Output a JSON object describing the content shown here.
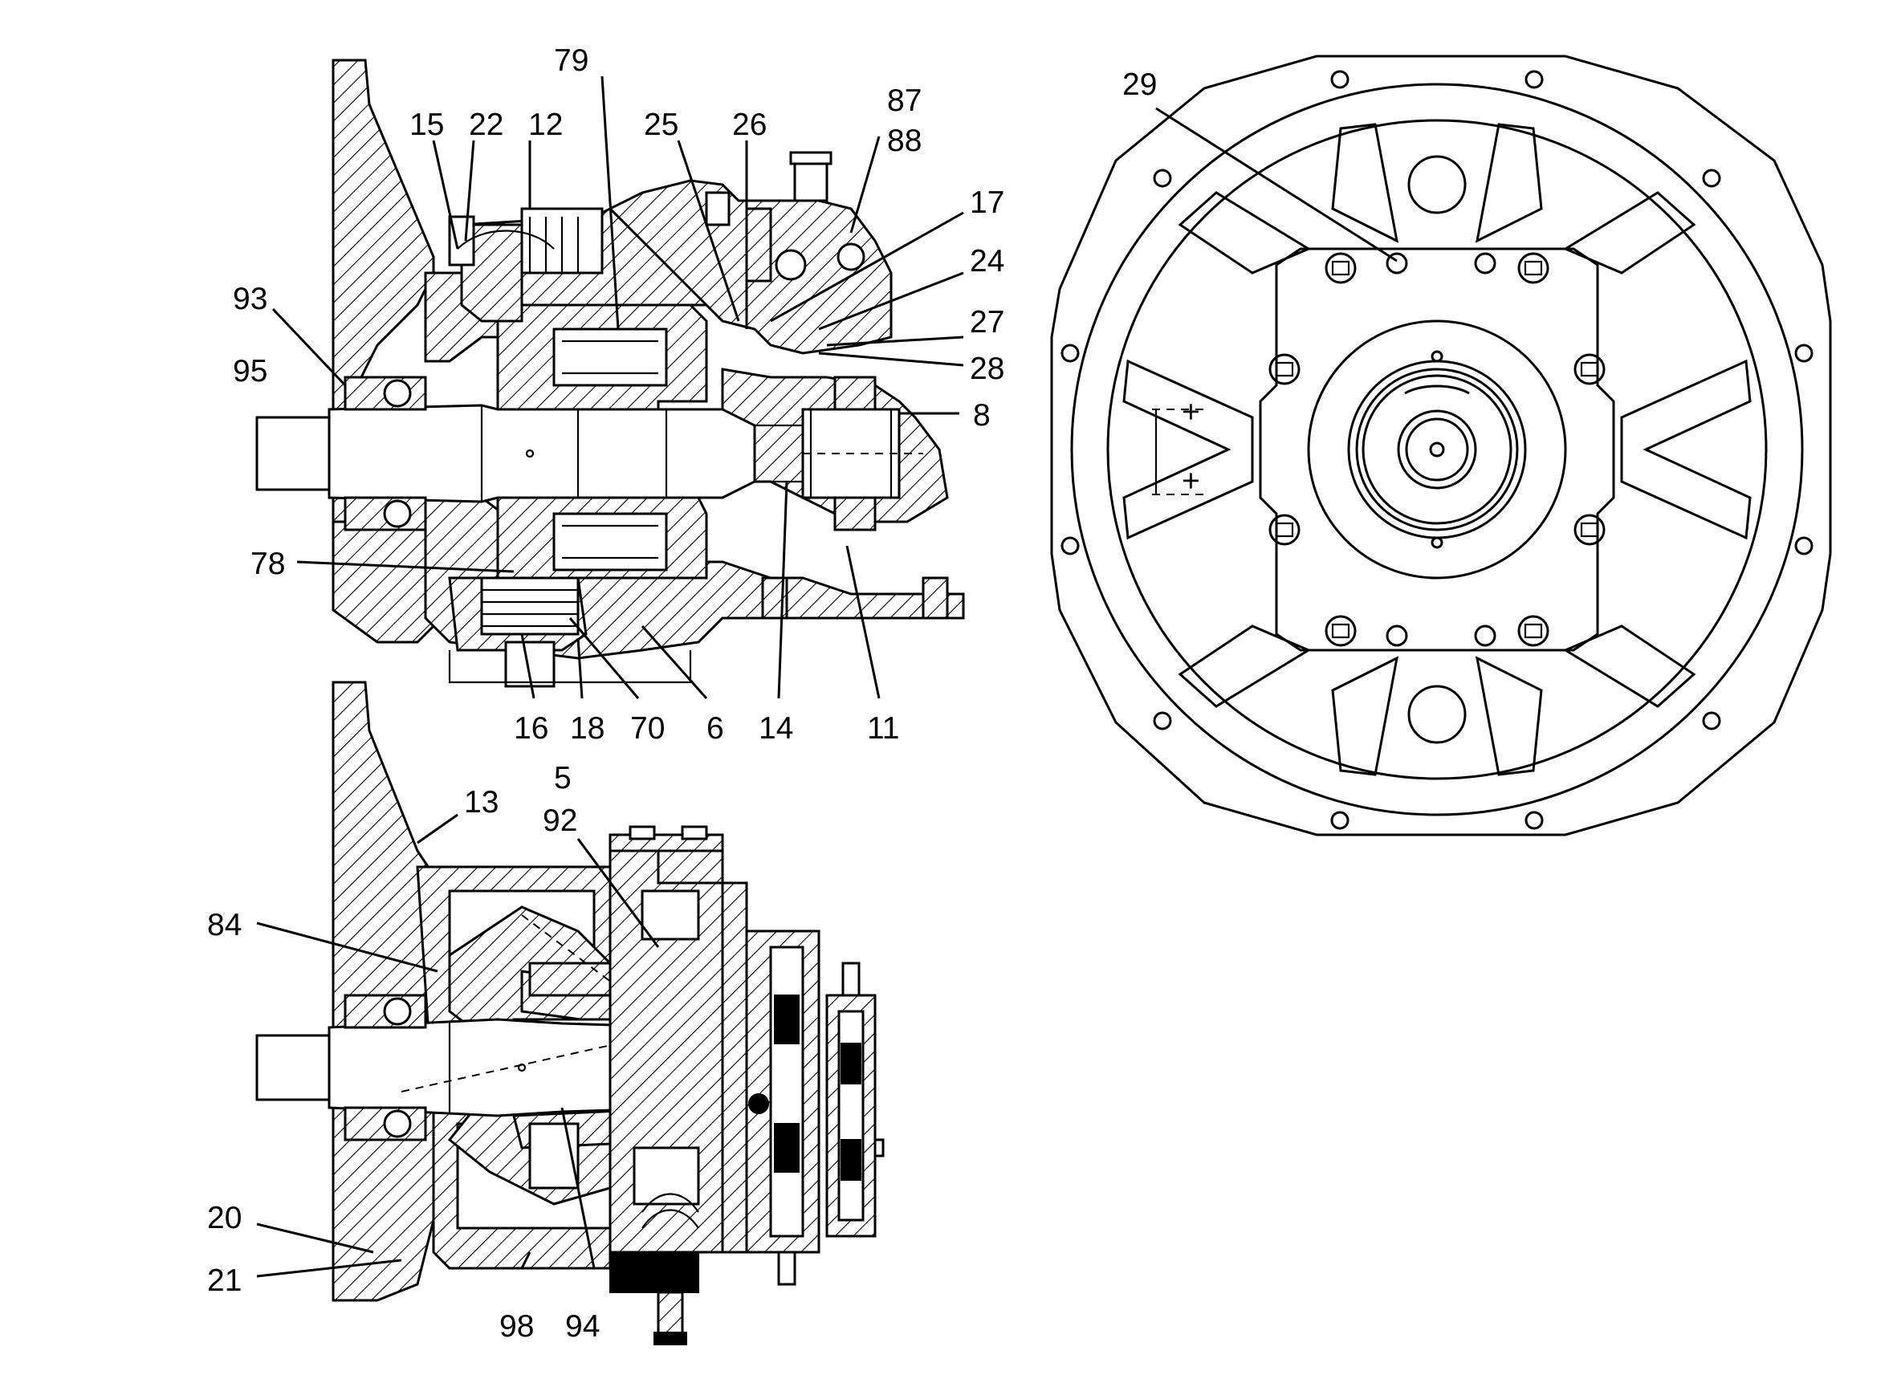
{
  "labels": {
    "l79": "79",
    "l87": "87",
    "l88": "88",
    "l15": "15",
    "l22": "22",
    "l12": "12",
    "l25": "25",
    "l26": "26",
    "l17": "17",
    "l24": "24",
    "l27": "27",
    "l28": "28",
    "l93": "93",
    "l95": "95",
    "l8": "8",
    "l78": "78",
    "l16": "16",
    "l18": "18",
    "l70": "70",
    "l6": "6",
    "l14": "14",
    "l11": "11",
    "l29": "29",
    "l5": "5",
    "l92": "92",
    "l13": "13",
    "l84": "84",
    "l20": "20",
    "l21": "21",
    "l98": "98",
    "l94": "94"
  },
  "views": {
    "top_section": "axial-section-upper",
    "bottom_section": "axial-section-lower",
    "end_view": "flange-end-view"
  },
  "colors": {
    "line": "#000000",
    "background": "#ffffff"
  }
}
